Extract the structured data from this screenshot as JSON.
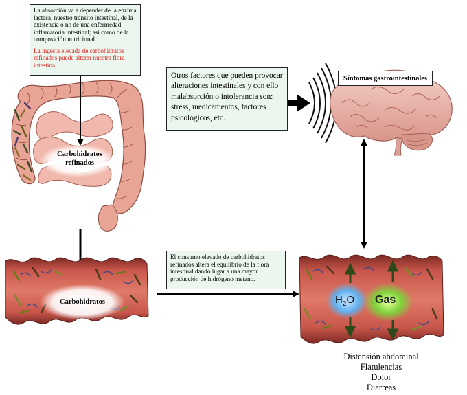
{
  "box_top": {
    "text": "La absorción va a depender de la enzima lactasa, nuestro tránsito intestinal, de la existencia o no de una enfermedad inflamatoria intestinal; así como de la composición nutricional.",
    "warning": "La ingesta elevada de carbohidratos refinados puede alterar nuestra flora intestinal."
  },
  "box_mid": {
    "text": "Otros factores que pueden provocar alteraciones intestinales y con ello malabsorción o intolerancia son: stress, medicamentos, factores psicológicos, etc."
  },
  "box_bottom": {
    "text": "El consumo elevado de carbohidratos refinados altera el equilibrio de la flora intestinal dando lugar a una mayor producción de hidrógeno metano."
  },
  "sintomas_label": "Síntomas gastrointestinales",
  "carb_refinados_label": [
    "Carbohidratos",
    "refinados"
  ],
  "carbohidratos_label": "Carbohidratos",
  "h2o": {
    "main": "H",
    "sub": "2",
    "end": "O"
  },
  "gas_label": "Gas",
  "symptoms": [
    "Distensión abdominal",
    "Flatulencias",
    "Dolor",
    "Diarreas"
  ],
  "colors": {
    "box_bg": "#eaf6ee",
    "warning": "#e0201a",
    "intestine": "#e8a596",
    "tissue": "#c0473f",
    "brain": "#e9b8b0"
  }
}
